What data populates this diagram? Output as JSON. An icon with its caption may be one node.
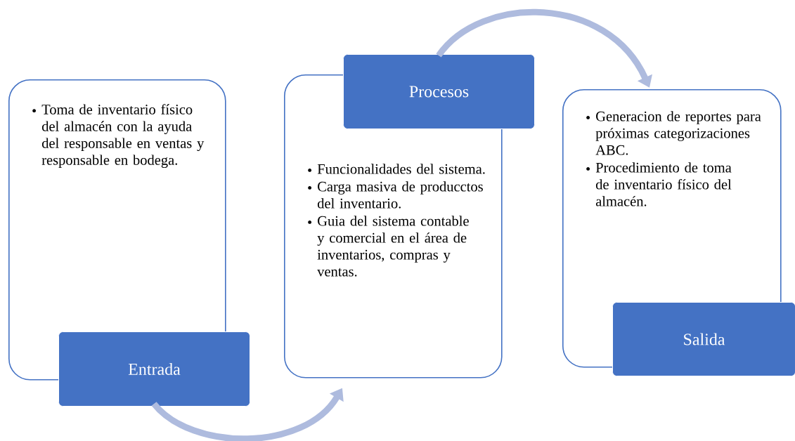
{
  "diagram": {
    "nodes": [
      {
        "text": [
          "Toma de inventario físico del almacén con la ayuda del responsable en ventas y responsable en bodega."
        ]
      },
      {
        "text": [
          "Entrada"
        ]
      },
      {
        "text": [
          "Funcionalidades del sistema.",
          "Carga masiva de producctos del inventario.",
          "Guia del sistema contable y comercial en el área de inventarios, compras y ventas."
        ]
      },
      {
        "text": [
          "Procesos"
        ]
      },
      {
        "text": [
          "Generacion de reportes para próximas categorizaciones ABC.",
          "Procedimiento de toma de inventario físico del almacén."
        ]
      },
      {
        "text": [
          "Salida"
        ]
      }
    ],
    "edges": [
      {
        "from": 1,
        "to": 2,
        "arrow": "to"
      },
      {
        "from": 3,
        "to": 4,
        "arrow": "to"
      }
    ]
  }
}
